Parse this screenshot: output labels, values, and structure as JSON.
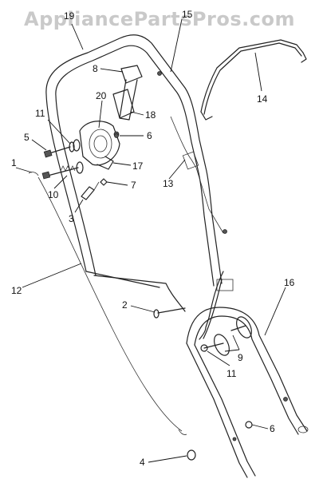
{
  "watermark": "AppliancePartsPros.com",
  "callouts": [
    {
      "id": "c1",
      "text": "1"
    },
    {
      "id": "c2",
      "text": "2"
    },
    {
      "id": "c3",
      "text": "3"
    },
    {
      "id": "c4",
      "text": "4"
    },
    {
      "id": "c5",
      "text": "5"
    },
    {
      "id": "c6a",
      "text": "6"
    },
    {
      "id": "c6b",
      "text": "6"
    },
    {
      "id": "c7",
      "text": "7"
    },
    {
      "id": "c8",
      "text": "8"
    },
    {
      "id": "c9",
      "text": "9"
    },
    {
      "id": "c10",
      "text": "10"
    },
    {
      "id": "c11a",
      "text": "11"
    },
    {
      "id": "c11b",
      "text": "11"
    },
    {
      "id": "c12",
      "text": "12"
    },
    {
      "id": "c13",
      "text": "13"
    },
    {
      "id": "c14",
      "text": "14"
    },
    {
      "id": "c15",
      "text": "15"
    },
    {
      "id": "c16",
      "text": "16"
    },
    {
      "id": "c17",
      "text": "17"
    },
    {
      "id": "c18",
      "text": "18"
    },
    {
      "id": "c19",
      "text": "19"
    },
    {
      "id": "c20",
      "text": "20"
    }
  ]
}
